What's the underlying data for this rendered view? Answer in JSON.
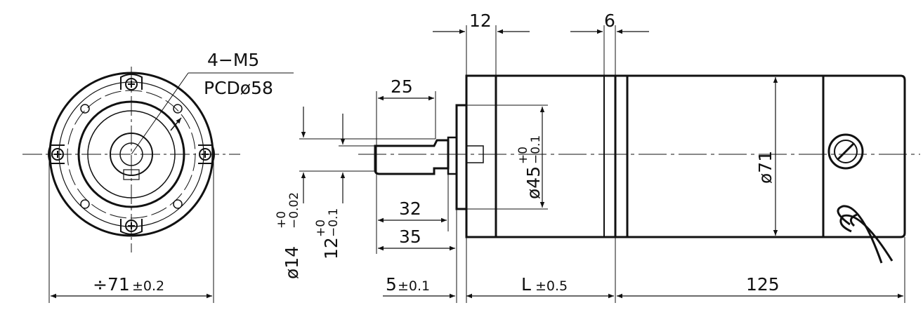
{
  "front_view": {
    "hole_spec": "4−M5",
    "pcd": "PCDø58",
    "diameter": "÷71",
    "diameter_tol": "±0.2"
  },
  "side_view": {
    "dim_12": "12",
    "dim_6": "6",
    "dim_25": "25",
    "dim_32": "32",
    "dim_35": "35",
    "shaft_dia": "ø14",
    "shaft_dia_tol_upper": "+0",
    "shaft_dia_tol_lower": "−0.02",
    "key_height": "12",
    "key_tol_upper": "+0",
    "key_tol_lower": "−0.1",
    "pilot_dia": "ø45",
    "pilot_tol_upper": "+0",
    "pilot_tol_lower": "−0.1",
    "body_dia": "ø71",
    "flange_thk": "5",
    "flange_tol": "±0.1",
    "gear_len": "L",
    "gear_len_tol": "±0.5",
    "motor_len": "125"
  }
}
